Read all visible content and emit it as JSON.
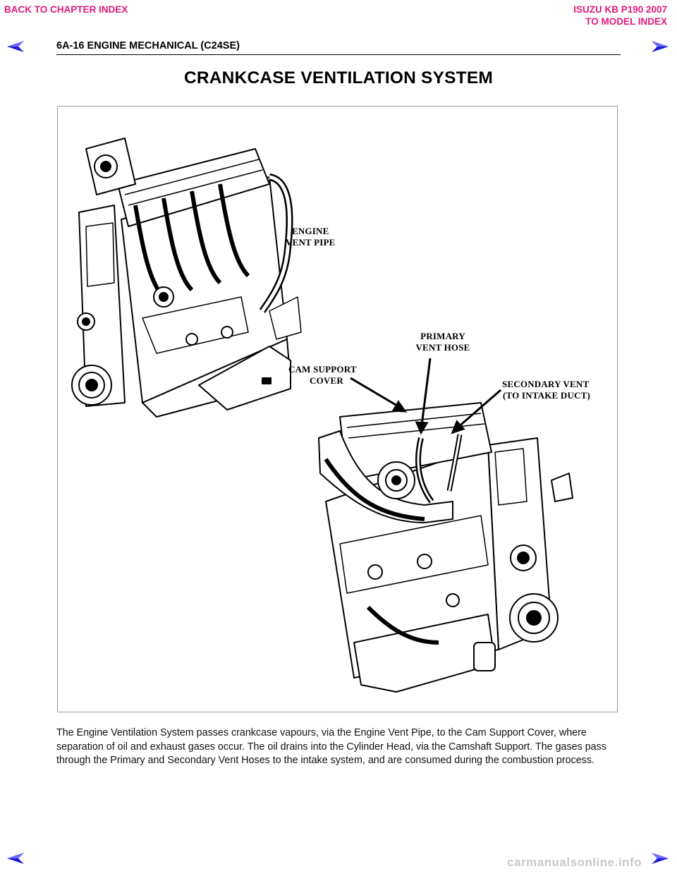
{
  "nav": {
    "back_to_chapter": "BACK TO CHAPTER INDEX",
    "model_title": "ISUZU KB P190 2007",
    "to_model_index": "TO MODEL INDEX",
    "link_color": "#e0187f",
    "arrow_color": "#1a1ad0"
  },
  "header": {
    "section": "6A-16 ENGINE MECHANICAL (C24SE)"
  },
  "page_title": "CRANKCASE VENTILATION SYSTEM",
  "figure": {
    "callouts": {
      "engine_vent_pipe": [
        "ENGINE",
        "VENT PIPE"
      ],
      "primary_vent_hose": [
        "PRIMARY",
        "VENT HOSE"
      ],
      "cam_support_cover": [
        "CAM SUPPORT",
        "COVER"
      ],
      "secondary_vent": [
        "SECONDARY VENT",
        "(TO INTAKE DUCT)"
      ]
    }
  },
  "description": "The Engine Ventilation System passes crankcase vapours, via the Engine Vent Pipe, to the Cam Support Cover, where separation of oil and exhaust gases occur. The oil drains into the Cylinder Head, via the Camshaft Support. The gases pass through the Primary and Secondary Vent Hoses to the intake system, and are consumed during the combustion process.",
  "watermark": "carmanualsonline.info"
}
